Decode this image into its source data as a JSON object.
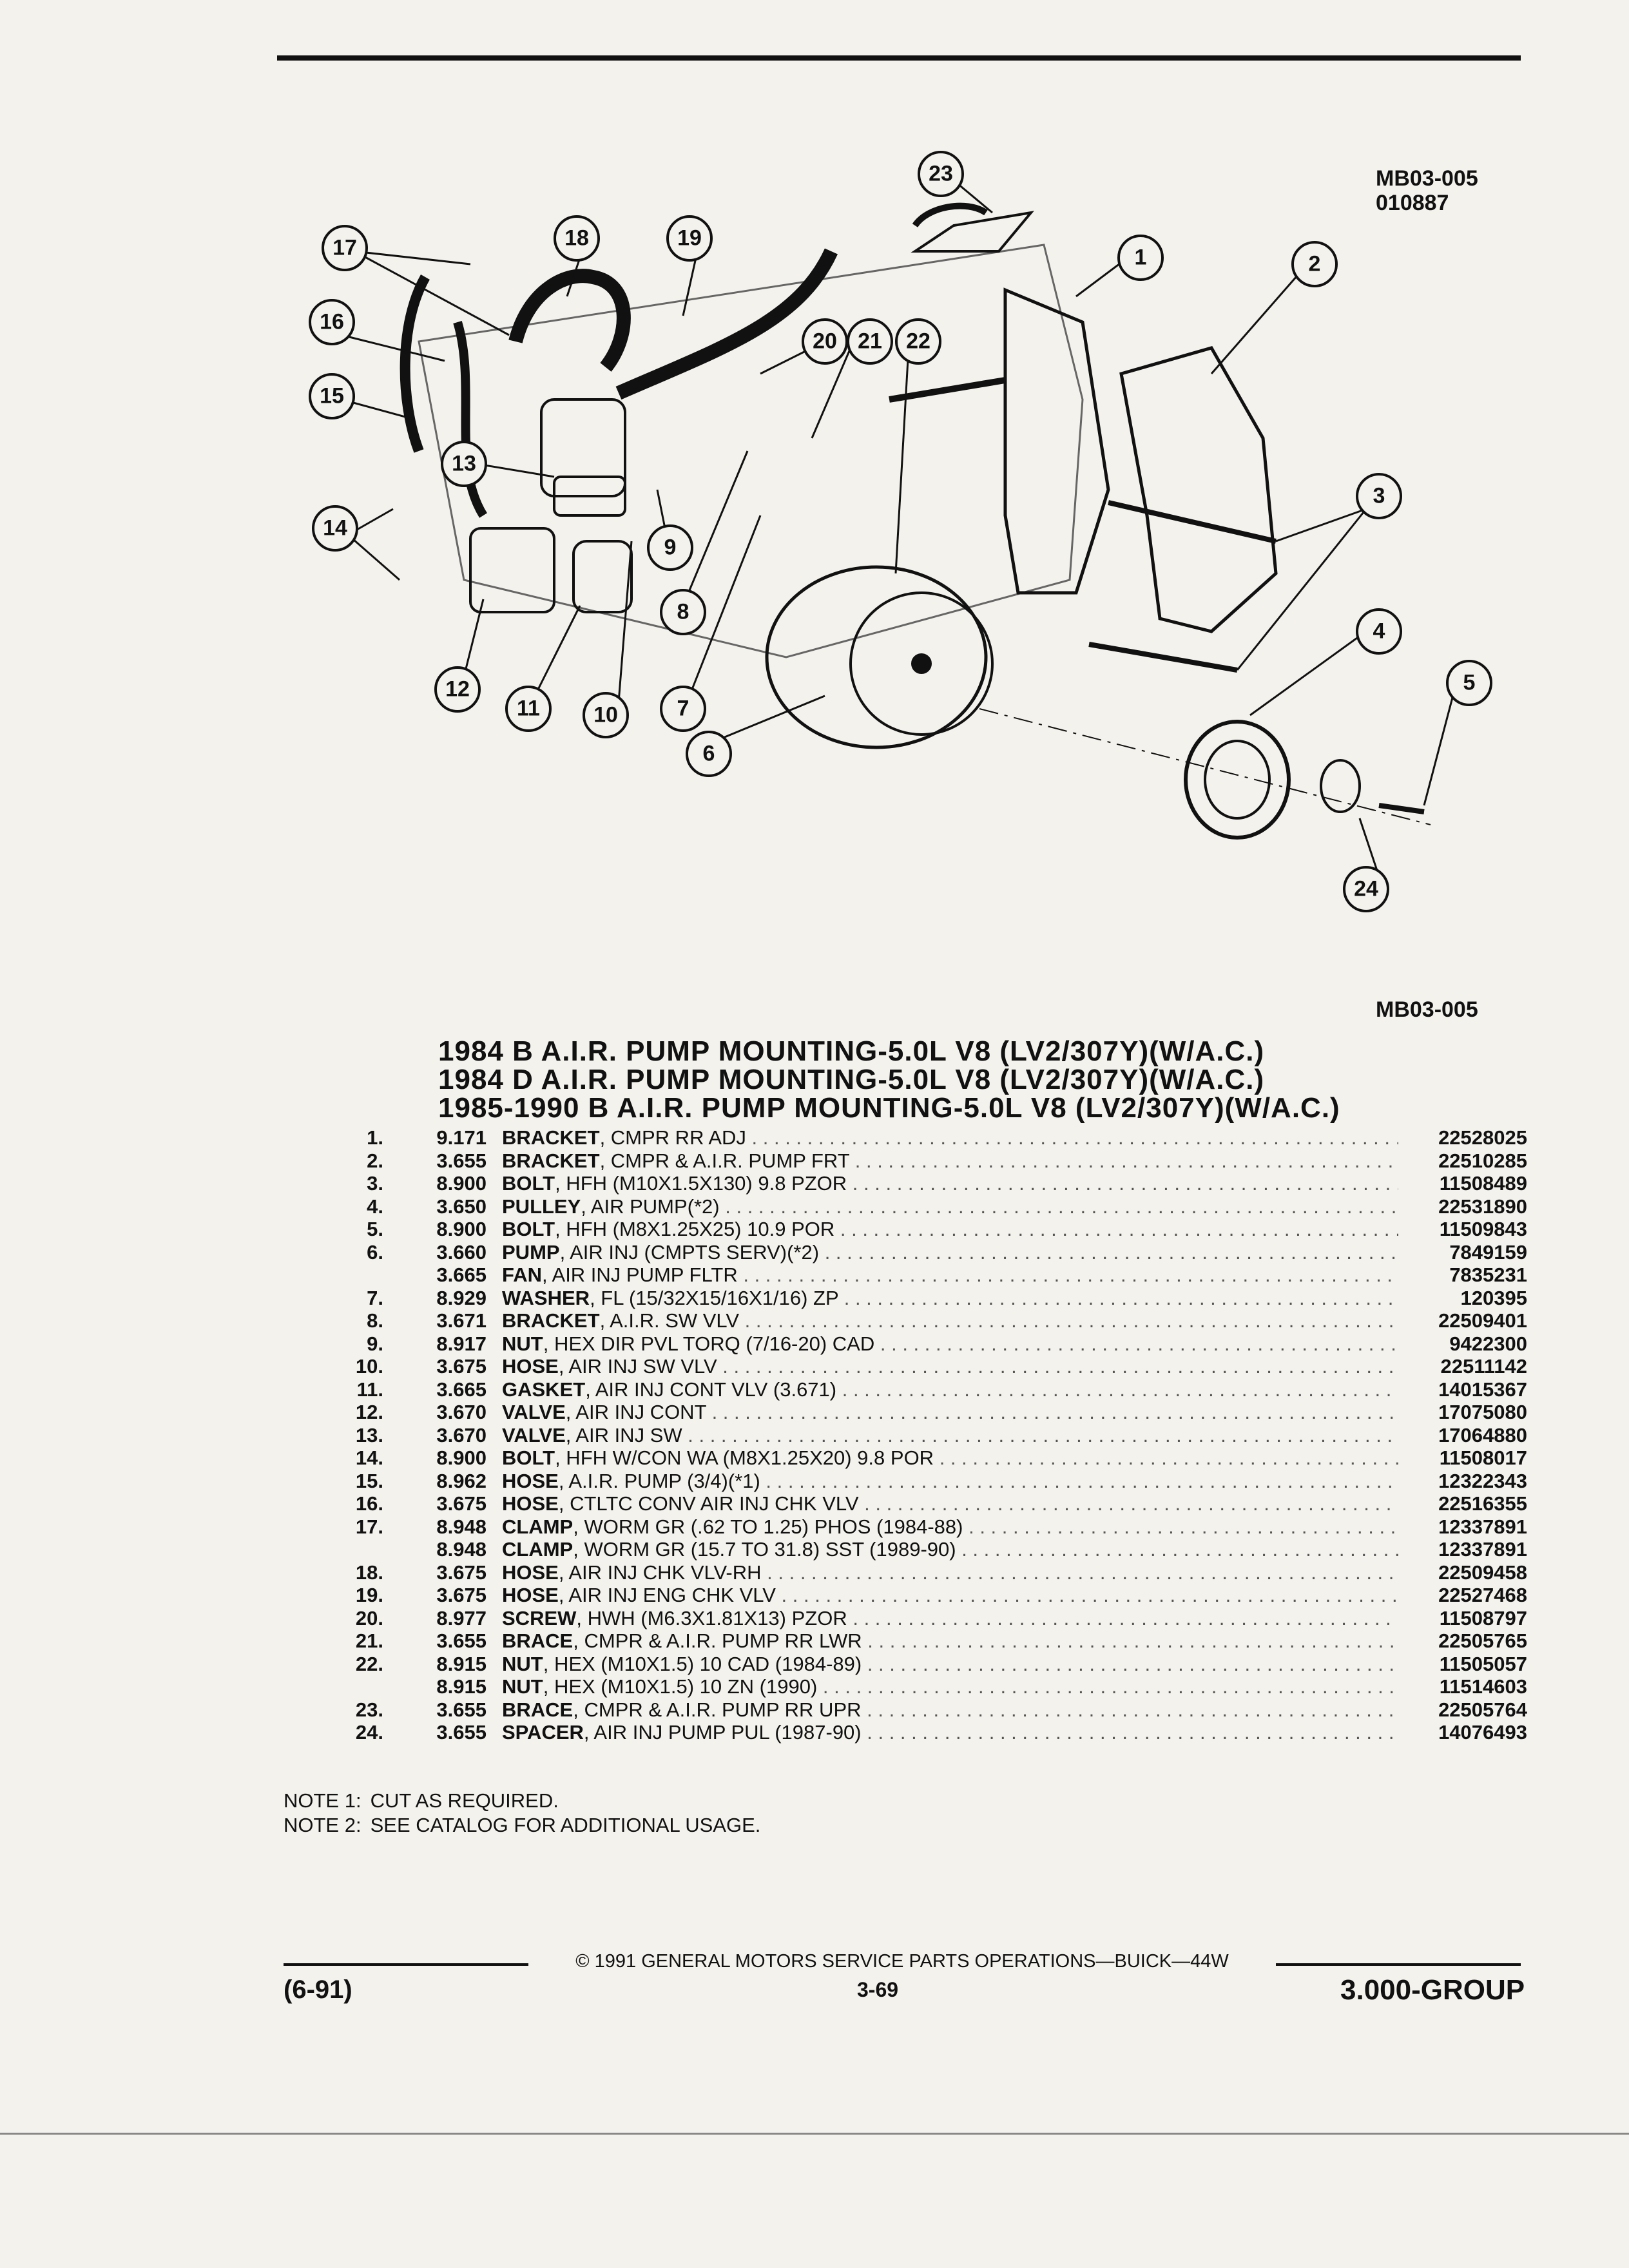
{
  "figure": {
    "id_top": "MB03-005",
    "code_top": "010887",
    "id_bottom": "MB03-005",
    "callouts": [
      "1",
      "2",
      "3",
      "4",
      "5",
      "6",
      "7",
      "8",
      "9",
      "10",
      "11",
      "12",
      "13",
      "14",
      "15",
      "16",
      "17",
      "18",
      "19",
      "20",
      "21",
      "22",
      "23",
      "24"
    ]
  },
  "titles": [
    "1984 B A.I.R. PUMP MOUNTING-5.0L V8 (LV2/307Y)(W/A.C.)",
    "1984 D A.I.R. PUMP MOUNTING-5.0L V8 (LV2/307Y)(W/A.C.)",
    "1985-1990 B A.I.R. PUMP MOUNTING-5.0L V8 (LV2/307Y)(W/A.C.)"
  ],
  "parts": [
    {
      "no": "1.",
      "code": "9.171",
      "name": "BRACKET",
      "desc": ", CMPR RR ADJ",
      "pn": "22528025"
    },
    {
      "no": "2.",
      "code": "3.655",
      "name": "BRACKET",
      "desc": ", CMPR & A.I.R. PUMP FRT",
      "pn": "22510285"
    },
    {
      "no": "3.",
      "code": "8.900",
      "name": "BOLT",
      "desc": ", HFH (M10X1.5X130) 9.8 PZOR",
      "pn": "11508489"
    },
    {
      "no": "4.",
      "code": "3.650",
      "name": "PULLEY",
      "desc": ", AIR PUMP(*2)",
      "pn": "22531890"
    },
    {
      "no": "5.",
      "code": "8.900",
      "name": "BOLT",
      "desc": ", HFH (M8X1.25X25) 10.9 POR",
      "pn": "11509843"
    },
    {
      "no": "6.",
      "code": "3.660",
      "name": "PUMP",
      "desc": ", AIR INJ (CMPTS SERV)(*2)",
      "pn": "7849159"
    },
    {
      "no": "",
      "code": "3.665",
      "name": "FAN",
      "desc": ", AIR INJ PUMP FLTR",
      "pn": "7835231"
    },
    {
      "no": "7.",
      "code": "8.929",
      "name": "WASHER",
      "desc": ", FL (15/32X15/16X1/16) ZP",
      "pn": "120395"
    },
    {
      "no": "8.",
      "code": "3.671",
      "name": "BRACKET",
      "desc": ", A.I.R. SW VLV",
      "pn": "22509401"
    },
    {
      "no": "9.",
      "code": "8.917",
      "name": "NUT",
      "desc": ", HEX DIR PVL TORQ (7/16-20) CAD",
      "pn": "9422300"
    },
    {
      "no": "10.",
      "code": "3.675",
      "name": "HOSE",
      "desc": ", AIR INJ SW VLV",
      "pn": "22511142"
    },
    {
      "no": "11.",
      "code": "3.665",
      "name": "GASKET",
      "desc": ", AIR INJ CONT VLV (3.671)",
      "pn": "14015367"
    },
    {
      "no": "12.",
      "code": "3.670",
      "name": "VALVE",
      "desc": ", AIR INJ CONT",
      "pn": "17075080"
    },
    {
      "no": "13.",
      "code": "3.670",
      "name": "VALVE",
      "desc": ", AIR INJ SW",
      "pn": "17064880"
    },
    {
      "no": "14.",
      "code": "8.900",
      "name": "BOLT",
      "desc": ", HFH W/CON WA (M8X1.25X20) 9.8 POR",
      "pn": "11508017"
    },
    {
      "no": "15.",
      "code": "8.962",
      "name": "HOSE",
      "desc": ", A.I.R. PUMP (3/4)(*1)",
      "pn": "12322343"
    },
    {
      "no": "16.",
      "code": "3.675",
      "name": "HOSE",
      "desc": ", CTLTC CONV AIR INJ CHK VLV",
      "pn": "22516355"
    },
    {
      "no": "17.",
      "code": "8.948",
      "name": "CLAMP",
      "desc": ", WORM GR (.62 TO 1.25) PHOS (1984-88)",
      "pn": "12337891"
    },
    {
      "no": "",
      "code": "8.948",
      "name": "CLAMP",
      "desc": ", WORM GR (15.7 TO 31.8) SST (1989-90)",
      "pn": "12337891"
    },
    {
      "no": "18.",
      "code": "3.675",
      "name": "HOSE",
      "desc": ", AIR INJ CHK VLV-RH",
      "pn": "22509458"
    },
    {
      "no": "19.",
      "code": "3.675",
      "name": "HOSE",
      "desc": ", AIR INJ ENG CHK VLV",
      "pn": "22527468"
    },
    {
      "no": "20.",
      "code": "8.977",
      "name": "SCREW",
      "desc": ", HWH (M6.3X1.81X13) PZOR",
      "pn": "11508797"
    },
    {
      "no": "21.",
      "code": "3.655",
      "name": "BRACE",
      "desc": ", CMPR & A.I.R. PUMP RR LWR",
      "pn": "22505765"
    },
    {
      "no": "22.",
      "code": "8.915",
      "name": "NUT",
      "desc": ", HEX (M10X1.5) 10 CAD (1984-89)",
      "pn": "11505057"
    },
    {
      "no": "",
      "code": "8.915",
      "name": "NUT",
      "desc": ", HEX (M10X1.5) 10 ZN (1990)",
      "pn": "11514603"
    },
    {
      "no": "23.",
      "code": "3.655",
      "name": "BRACE",
      "desc": ", CMPR & A.I.R. PUMP RR UPR",
      "pn": "22505764"
    },
    {
      "no": "24.",
      "code": "3.655",
      "name": "SPACER",
      "desc": ", AIR INJ PUMP PUL (1987-90)",
      "pn": "14076493"
    }
  ],
  "notes": [
    {
      "label": "NOTE 1:",
      "text": "CUT AS REQUIRED."
    },
    {
      "label": "NOTE 2:",
      "text": "SEE CATALOG FOR ADDITIONAL USAGE."
    }
  ],
  "footer": {
    "copyright": "© 1991 GENERAL MOTORS SERVICE PARTS OPERATIONS—BUICK—44W",
    "date": "(6-91)",
    "page": "3-69",
    "group": "3.000-GROUP"
  }
}
